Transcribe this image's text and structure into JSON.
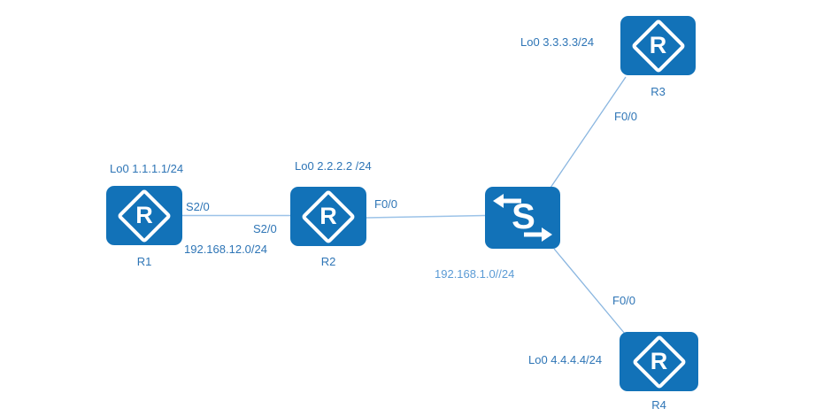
{
  "topology": {
    "nodes": {
      "r1": {
        "name": "R1",
        "glyph": "R",
        "loopback": "Lo0 1.1.1.1/24"
      },
      "r2": {
        "name": "R2",
        "glyph": "R",
        "loopback": "Lo0 2.2.2.2 /24"
      },
      "switch": {
        "glyph": "S"
      },
      "r3": {
        "name": "R3",
        "glyph": "R",
        "loopback": "Lo0 3.3.3.3/24"
      },
      "r4": {
        "name": "R4",
        "glyph": "R",
        "loopback": "Lo0 4.4.4.4/24"
      }
    },
    "interface_labels": {
      "r1_s20": "S2/0",
      "r2_s20": "S2/0",
      "r2_f00": "F0/0",
      "r3_f00": "F0/0",
      "r4_f00": "F0/0"
    },
    "network_labels": {
      "r1_r2": "192.168.12.0/24",
      "switch_lan": "192.168.1.0//24"
    },
    "colors": {
      "node_fill": "#1272b8",
      "label_text": "#2e75b6",
      "lan_label_text": "#5b9bd5",
      "link_line": "#9cc3e8",
      "glyph_text": "#ffffff"
    }
  }
}
